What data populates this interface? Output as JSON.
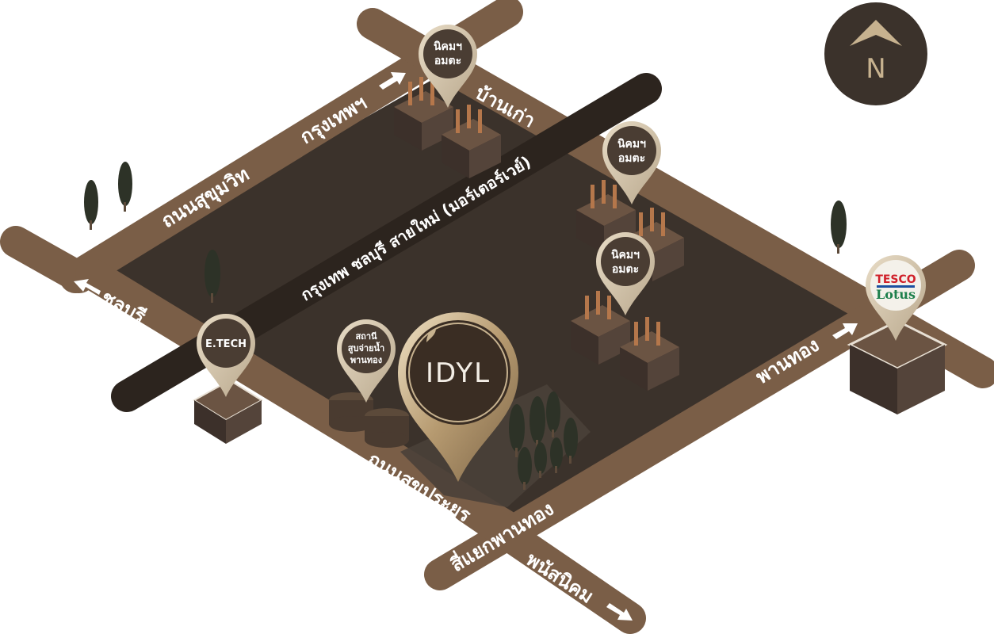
{
  "roads": {
    "sukhumvit": "ถนนสุขุมวิท",
    "to_bangkok": "กรุงเทพฯ",
    "ban_kao": "บ้านเก่า",
    "motorway": "กรุงเทพ ชลบุรี สายใหม่ (มอร์เตอร์เวย์)",
    "to_chonburi": "ชลบุรี",
    "sukprayoon": "ถนนสุขประยูร",
    "phan_thong_junction": "สี่แยกพานทอง",
    "phanat_nikhom": "พนัสนิคม",
    "to_phan_thong": "พานทอง"
  },
  "pins": {
    "amata_top": [
      "นิคมฯ",
      "อมตะ"
    ],
    "amata_right": [
      "นิคมฯ",
      "อมตะ"
    ],
    "amata_mid": [
      "นิคมฯ",
      "อมตะ"
    ],
    "etech": "E.TECH",
    "water_station": [
      "สถานี",
      "สูบจ่ายน้ำ",
      "พานทอง"
    ],
    "tesco_top": "TESCO",
    "tesco_bottom": "Lotus"
  },
  "project": {
    "logo": "IDYL"
  },
  "compass": {
    "label": "N"
  },
  "colors": {
    "road": "#7a5e47",
    "ground": "#3b322b",
    "motorway": "#2c241e",
    "gold": "#c7b28f",
    "pin_fill": "#4a3d33"
  }
}
